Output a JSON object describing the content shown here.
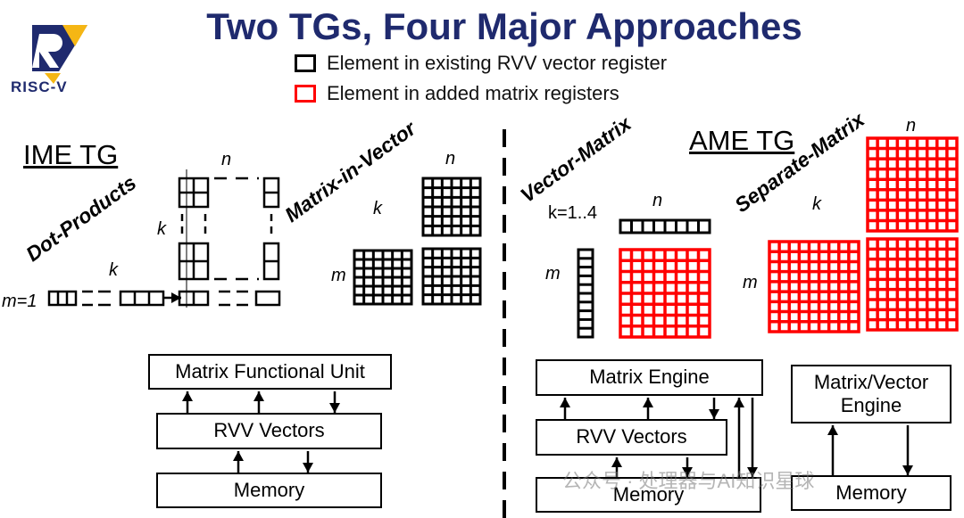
{
  "title": "Two TGs, Four Major Approaches",
  "logo": {
    "text": "RISC-V",
    "mark": "risc-v-logo",
    "colors": {
      "navy": "#1f2a6e",
      "gold": "#f5b614"
    }
  },
  "legend": [
    {
      "label": "Element in existing RVV vector register",
      "color": "#000000"
    },
    {
      "label": "Element in added matrix registers",
      "color": "#ff0000"
    }
  ],
  "ime": {
    "title": "IME TG",
    "dot_products": {
      "label": "Dot-Products",
      "n": "n",
      "k_top": "k",
      "k_bottom": "k",
      "m": "m=1"
    },
    "matrix_in_vector": {
      "label": "Matrix-in-Vector",
      "n": "n",
      "k": "k",
      "m": "m"
    },
    "boxes": {
      "functional_unit": "Matrix Functional Unit",
      "vectors": "RVV Vectors",
      "memory": "Memory"
    }
  },
  "ame": {
    "title": "AME TG",
    "vector_matrix": {
      "label": "Vector-Matrix",
      "n": "n",
      "k": "k=1..4",
      "m": "m"
    },
    "separate_matrix": {
      "label": "Separate-Matrix",
      "n": "n",
      "k": "k",
      "m": "m"
    },
    "boxes": {
      "engine": "Matrix Engine",
      "vectors": "RVV Vectors",
      "memory": "Memory",
      "mv_engine": "Matrix/Vector Engine",
      "memory2": "Memory"
    }
  },
  "watermark": "公众号 · 处理器与AI知识星球",
  "colors": {
    "black": "#000000",
    "red": "#ff0000",
    "navy": "#1f2a6e"
  }
}
